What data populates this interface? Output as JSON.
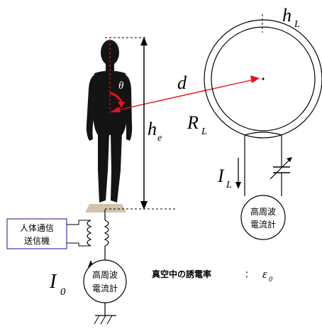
{
  "labels": {
    "theta": "θ",
    "d": "d",
    "h_L": {
      "main": "h",
      "sub": "L"
    },
    "h_e": {
      "main": "h",
      "sub": "e"
    },
    "R_L": {
      "main": "R",
      "sub": "L"
    },
    "I_L": {
      "main": "I",
      "sub": "L"
    },
    "I_0": {
      "main": "I",
      "sub": "0"
    }
  },
  "boxes": {
    "transmitter_line1": "人体通信",
    "transmitter_line2": "送信機",
    "meter_left_line1": "高周波",
    "meter_left_line2": "電流計",
    "meter_right_line1": "高周波",
    "meter_right_line2": "電流計"
  },
  "permittivity": {
    "text": "真空中の誘電率",
    "colon": "：",
    "symbol": "ε",
    "sub": "0"
  },
  "colors": {
    "line": "#000000",
    "arrow_red": "#e8101c",
    "transmitter_border": "#3a3ab0",
    "figure_body": "#141414",
    "figure_base": "#c9b8a0"
  }
}
